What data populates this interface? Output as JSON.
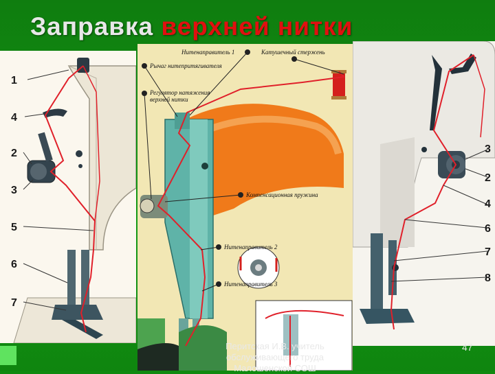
{
  "slide": {
    "title_part1": "Заправка",
    "title_part2": "верхней нитки",
    "footer_line1": "Перитская И.В. учитель",
    "footer_line2": "обслуживающего труда",
    "footer_line3": "Малошенской СОШ",
    "page_number": "47"
  },
  "left_panel": {
    "labels": [
      "1",
      "4",
      "2",
      "3",
      "5",
      "6",
      "7"
    ]
  },
  "center_panel": {
    "callouts": {
      "thread_guide_1": "Нитенаправитель 1",
      "spool_pin": "Катушечный стержень",
      "take_up_lever": "Рычаг нитепритягивателя",
      "tension_regulator_line1": "Регулятор натяжения",
      "tension_regulator_line2": "верхней нитки",
      "check_spring": "Компенсационная пружина",
      "thread_guide_2": "Нитенаправитель 2",
      "thread_guide_3": "Нитенаправитель 3"
    }
  },
  "right_panel": {
    "labels": [
      "3",
      "2",
      "4",
      "6",
      "7",
      "8"
    ]
  },
  "colors": {
    "slide_green": "#108a10",
    "title_light": "#e8e8e8",
    "title_red": "#e01010",
    "thread_red": "#e0202a",
    "machine_body": "#5fb3a8",
    "machine_arm_orange": "#f07a1a"
  }
}
